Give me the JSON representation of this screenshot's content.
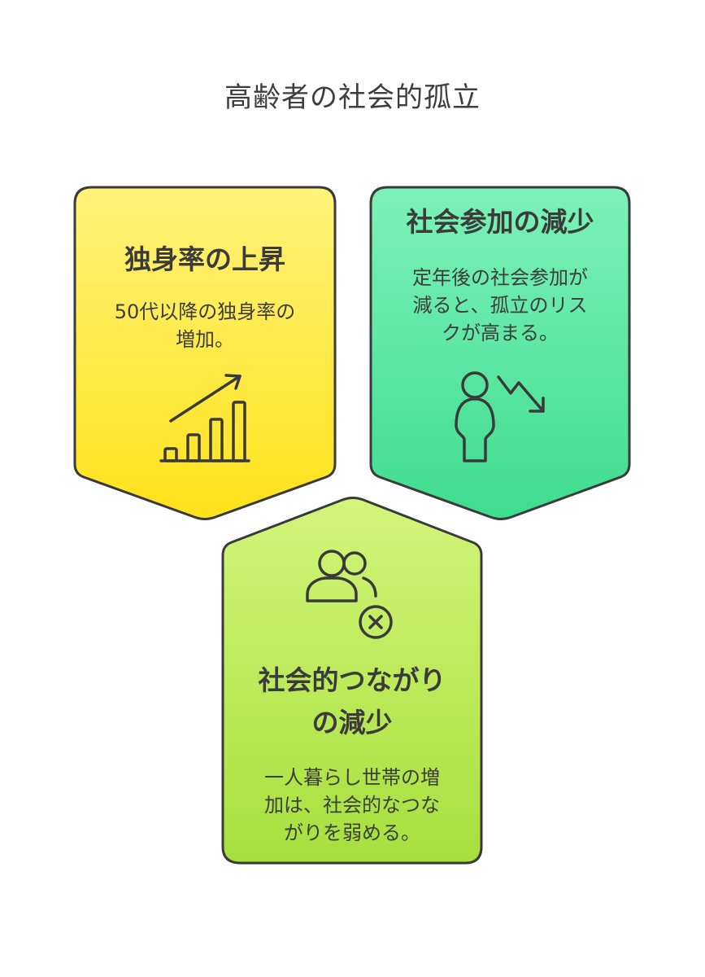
{
  "title": "高齢者の社会的孤立",
  "cards": [
    {
      "heading": "独身率の上昇",
      "desc_lines": [
        "50代以降の独身率の",
        "増加。"
      ],
      "icon": "rising-bar-chart-icon",
      "color_top": "#FFF27A",
      "color_bottom": "#FFE21A"
    },
    {
      "heading": "社会参加の減少",
      "desc_lines": [
        "定年後の社会参加が",
        "減ると、孤立のリス",
        "クが高まる。"
      ],
      "icon": "person-declining-arrow-icon",
      "color_top": "#7CF2B8",
      "color_bottom": "#3FDC8E"
    },
    {
      "heading_lines": [
        "社会的つながり",
        "の減少"
      ],
      "desc_lines": [
        "一人暮らし世帯の増",
        "加は、社会的なつな",
        "がりを弱める。"
      ],
      "icon": "users-removed-icon",
      "color_top": "#D2F57A",
      "color_bottom": "#A6E03C"
    }
  ]
}
